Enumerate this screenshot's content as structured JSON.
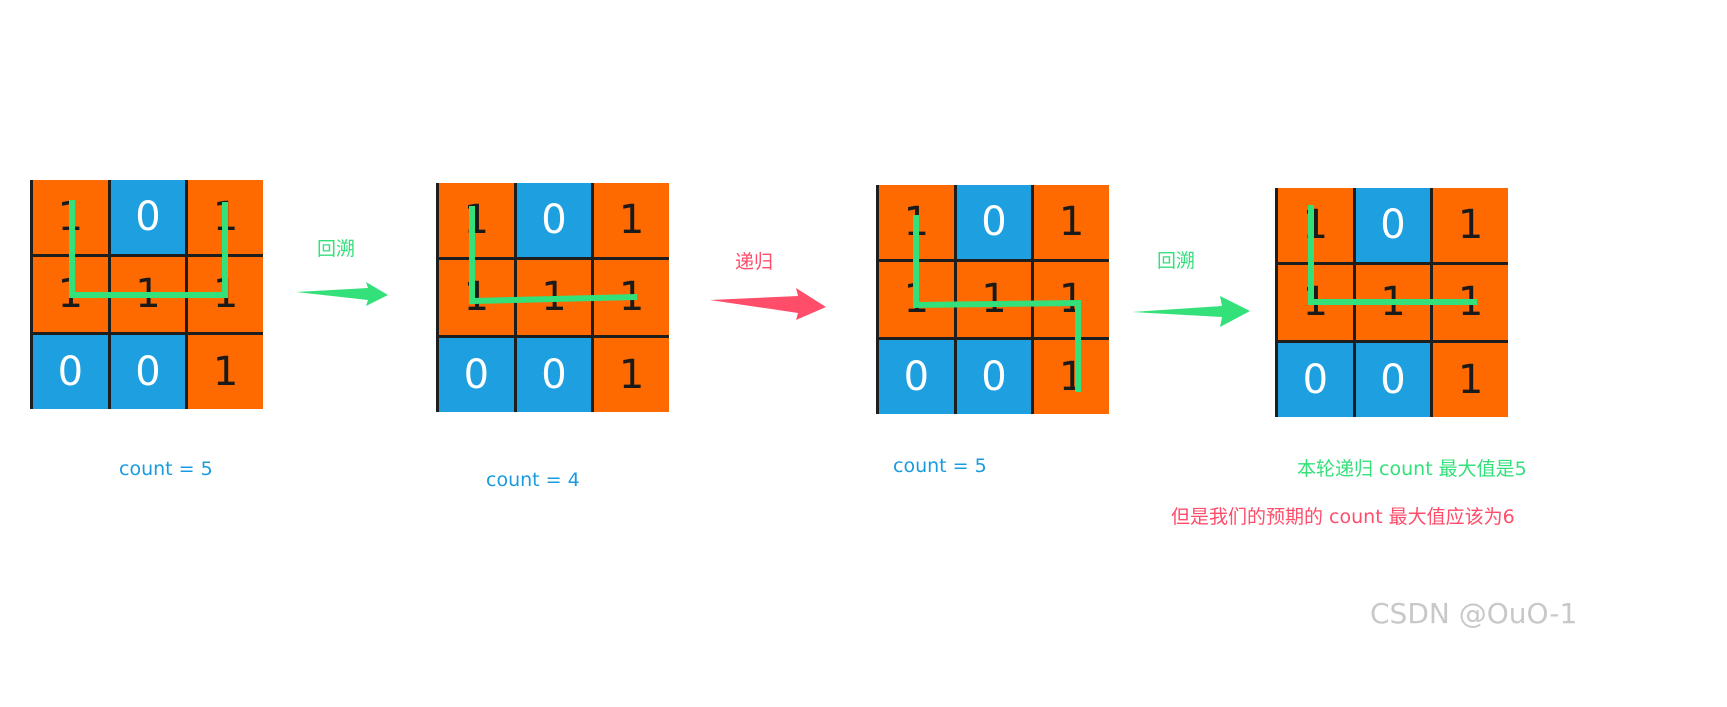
{
  "grids": [
    {
      "cells": [
        "1",
        "0",
        "1",
        "1",
        "1",
        "1",
        "0",
        "0",
        "1"
      ],
      "caption": "count = 5"
    },
    {
      "cells": [
        "1",
        "0",
        "1",
        "1",
        "1",
        "1",
        "0",
        "0",
        "1"
      ],
      "caption": "count = 4"
    },
    {
      "cells": [
        "1",
        "0",
        "1",
        "1",
        "1",
        "1",
        "0",
        "0",
        "1"
      ],
      "caption": "count = 5"
    },
    {
      "cells": [
        "1",
        "0",
        "1",
        "1",
        "1",
        "1",
        "0",
        "0",
        "1"
      ],
      "caption": ""
    }
  ],
  "transitions": [
    {
      "label": "回溯",
      "color": "#33e07a"
    },
    {
      "label": "递归",
      "color": "#ff4d6a"
    },
    {
      "label": "回溯",
      "color": "#33e07a"
    }
  ],
  "notes": {
    "max_this_round": "本轮递归 count 最大值是5",
    "expected_max": "但是我们的预期的 count 最大值应该为6"
  },
  "watermark": "CSDN @OuO-1",
  "colors": {
    "cell_one": "#ff6a00",
    "cell_zero": "#1ea0e0",
    "path": "#33e07a",
    "recursion": "#ff4d6a",
    "caption": "#1a9be0"
  }
}
